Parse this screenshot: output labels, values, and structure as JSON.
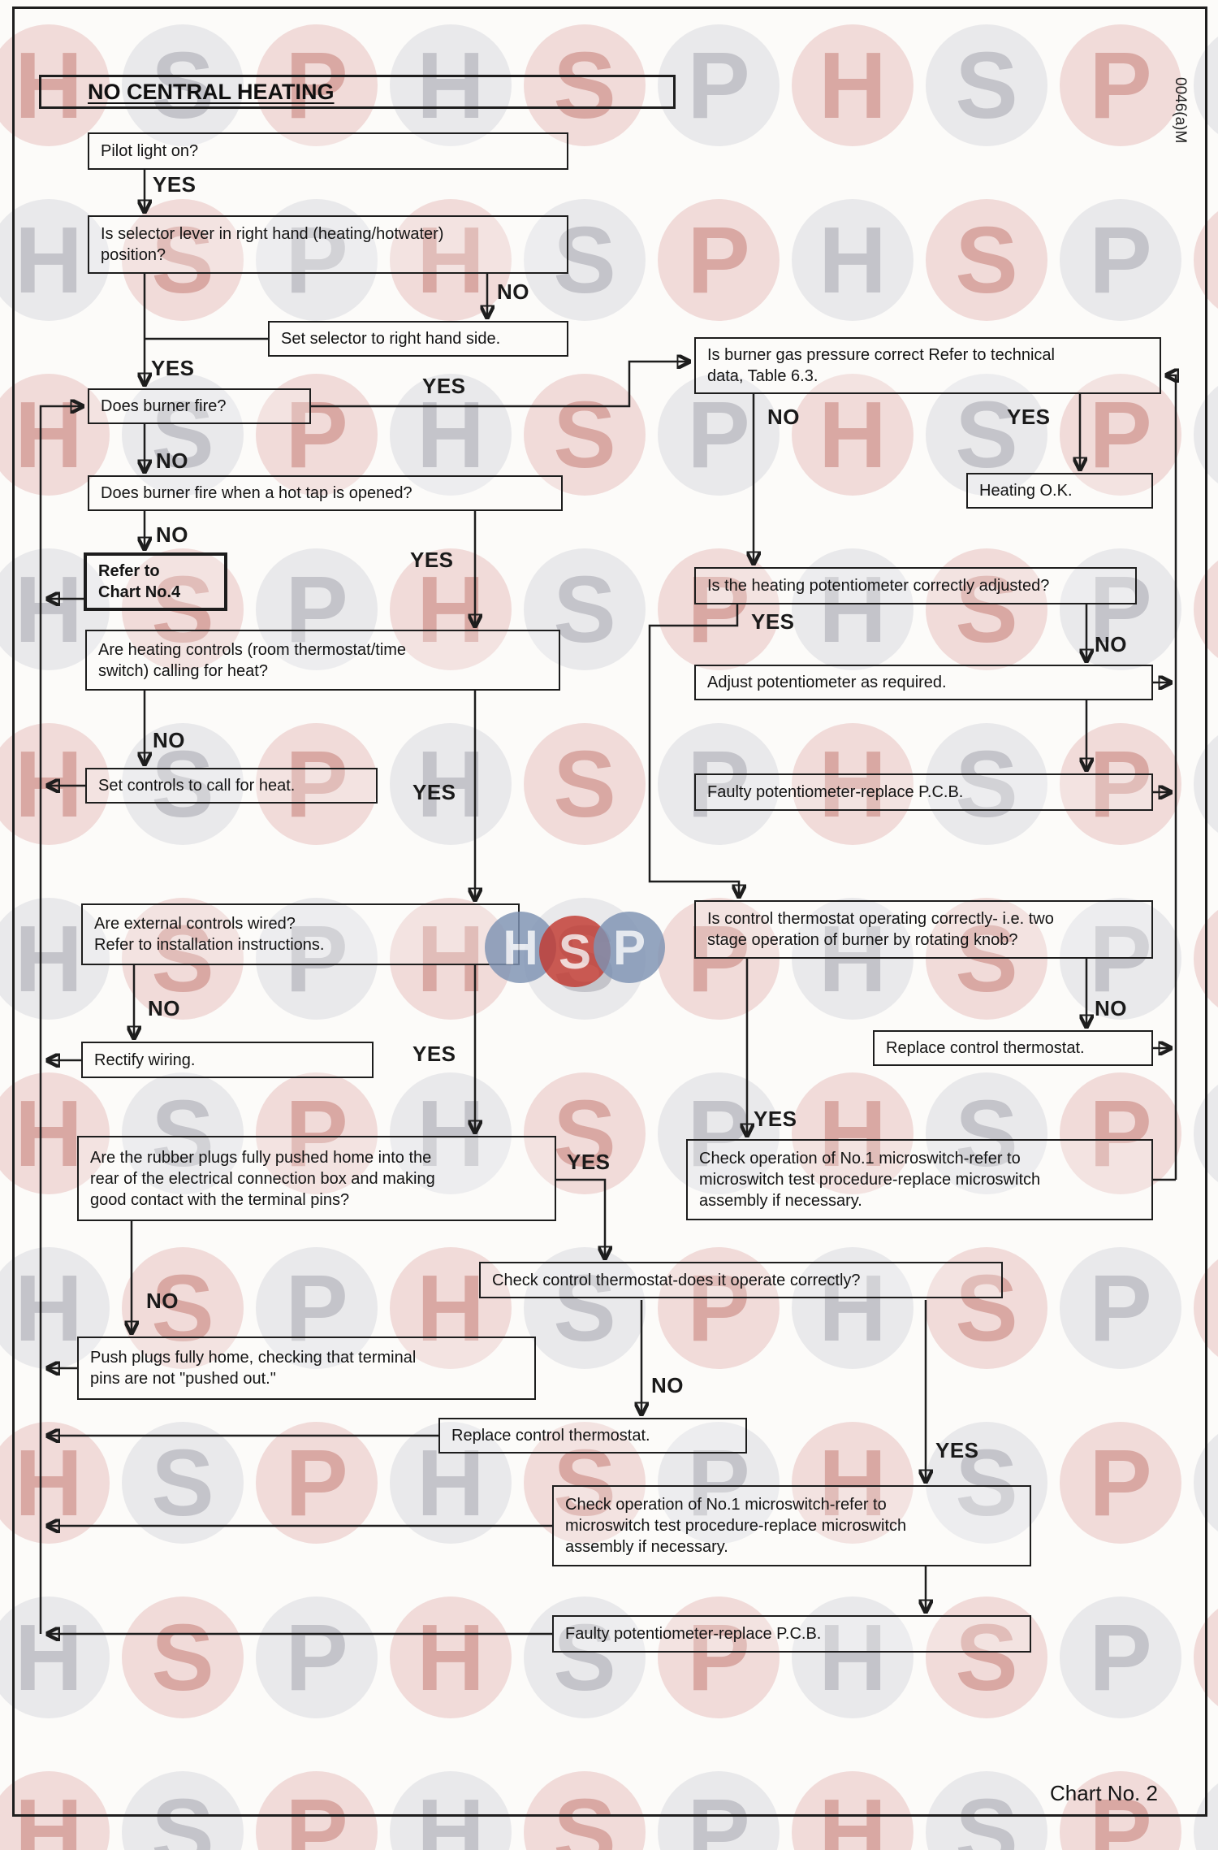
{
  "page": {
    "title": "NO CENTRAL HEATING",
    "doc_code": "0046(a)M",
    "chart_number": "Chart No. 2"
  },
  "labels": {
    "yes": "YES",
    "no": "NO"
  },
  "nodes": {
    "pilot": {
      "text": "Pilot light on?"
    },
    "selector": {
      "text": "Is selector lever in right hand (heating/hotwater)\nposition?"
    },
    "set_selector": {
      "text": "Set selector to right hand side."
    },
    "burner_fire": {
      "text": "Does burner fire?"
    },
    "hot_tap": {
      "text": "Does burner fire when a hot tap is opened?"
    },
    "refer_chart4": {
      "text": "Refer to\nChart No.4"
    },
    "heating_controls": {
      "text": "Are heating controls (room thermostat/time\nswitch) calling for heat?"
    },
    "set_controls": {
      "text": "Set controls to call for heat."
    },
    "external_controls": {
      "text": "Are external controls wired?\nRefer to installation instructions."
    },
    "rectify_wiring": {
      "text": "Rectify wiring."
    },
    "rubber_plugs": {
      "text": "Are the rubber plugs fully pushed home into the\nrear of the electrical connection box and making\ngood contact with the terminal pins?"
    },
    "push_plugs": {
      "text": "Push plugs fully home, checking that terminal\npins are not \"pushed out.\""
    },
    "check_thermostat": {
      "text": "Check control thermostat-does it operate correctly?"
    },
    "replace_thermostat_bottom": {
      "text": "Replace control thermostat."
    },
    "check_microswitch_bottom": {
      "text": "Check operation of No.1 microswitch-refer to\nmicroswitch test procedure-replace microswitch\nassembly if necessary."
    },
    "faulty_pcb_bottom": {
      "text": "Faulty potentiometer-replace P.C.B."
    },
    "gas_pressure": {
      "text": "Is burner gas pressure correct Refer to technical\ndata, Table 6.3."
    },
    "heating_ok": {
      "text": "Heating O.K."
    },
    "heating_pot": {
      "text": "Is the heating potentiometer correctly adjusted?"
    },
    "adjust_pot": {
      "text": "Adjust potentiometer as required."
    },
    "faulty_pcb_right": {
      "text": "Faulty potentiometer-replace P.C.B."
    },
    "control_thermostat": {
      "text": "Is control thermostat operating correctly- i.e. two\nstage operation of burner by rotating knob?"
    },
    "replace_thermostat_right": {
      "text": "Replace control thermostat."
    },
    "check_microswitch_right": {
      "text": "Check operation of No.1 microswitch-refer to\nmicroswitch test procedure-replace microswitch\nassembly if necessary."
    }
  },
  "watermark": {
    "letters": [
      "H",
      "S",
      "P"
    ],
    "schemes": [
      {
        "circle": "#f1dbd9",
        "letter": "#d9a8a3"
      },
      {
        "circle": "#e9e9eb",
        "letter": "#c4c4ca"
      }
    ],
    "emblem": {
      "blue": "#7e93b3",
      "red": "#c23a31"
    }
  }
}
